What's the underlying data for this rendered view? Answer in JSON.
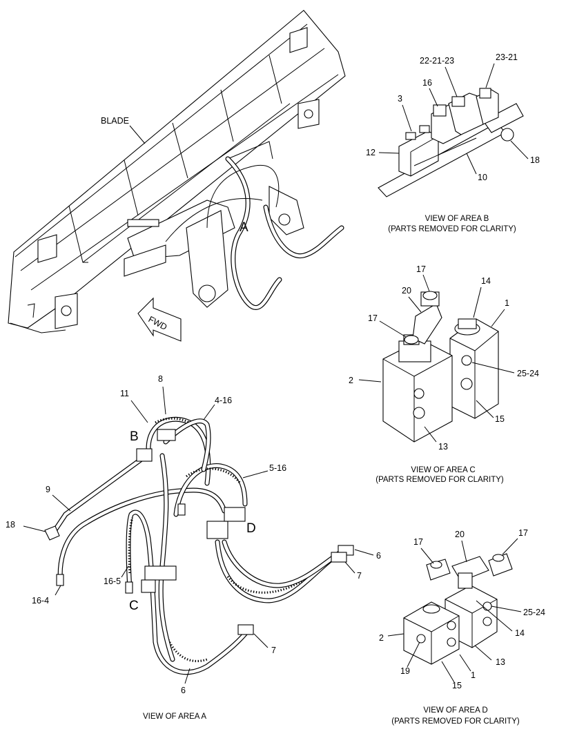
{
  "main_view": {
    "blade_label": "BLADE",
    "area_a_marker": "A",
    "fwd_label": "FWD"
  },
  "area_a": {
    "caption": "VIEW OF AREA  A",
    "area_markers": {
      "b": "B",
      "c": "C",
      "d": "D"
    },
    "callouts": {
      "c8": "8",
      "c11": "11",
      "c4_16": "4-16",
      "c5_16": "5-16",
      "c9": "9",
      "c18": "18",
      "c16_4": "16-4",
      "c16_5": "16-5",
      "c6_right": "6",
      "c7_right": "7",
      "c7_bottom": "7",
      "c6_bottom": "6"
    }
  },
  "area_b": {
    "caption_1": "VIEW OF AREA  B",
    "caption_2": "(PARTS REMOVED FOR CLARITY)",
    "callouts": {
      "c22_21_23": "22-21-23",
      "c23_21": "23-21",
      "c16": "16",
      "c3": "3",
      "c12": "12",
      "c18": "18",
      "c10": "10"
    }
  },
  "area_c": {
    "caption_1": "VIEW OF AREA  C",
    "caption_2": "(PARTS REMOVED FOR CLARITY)",
    "callouts": {
      "c17_top": "17",
      "c14": "14",
      "c20": "20",
      "c1": "1",
      "c17_mid": "17",
      "c2": "2",
      "c25_24": "25-24",
      "c15": "15",
      "c13": "13"
    }
  },
  "area_d": {
    "caption_1": "VIEW OF AREA  D",
    "caption_2": "(PARTS REMOVED FOR CLARITY)",
    "callouts": {
      "c17_left": "17",
      "c20": "20",
      "c17_right": "17",
      "c25_24": "25-24",
      "c2": "2",
      "c14": "14",
      "c13": "13",
      "c19": "19",
      "c1": "1",
      "c15": "15"
    }
  }
}
